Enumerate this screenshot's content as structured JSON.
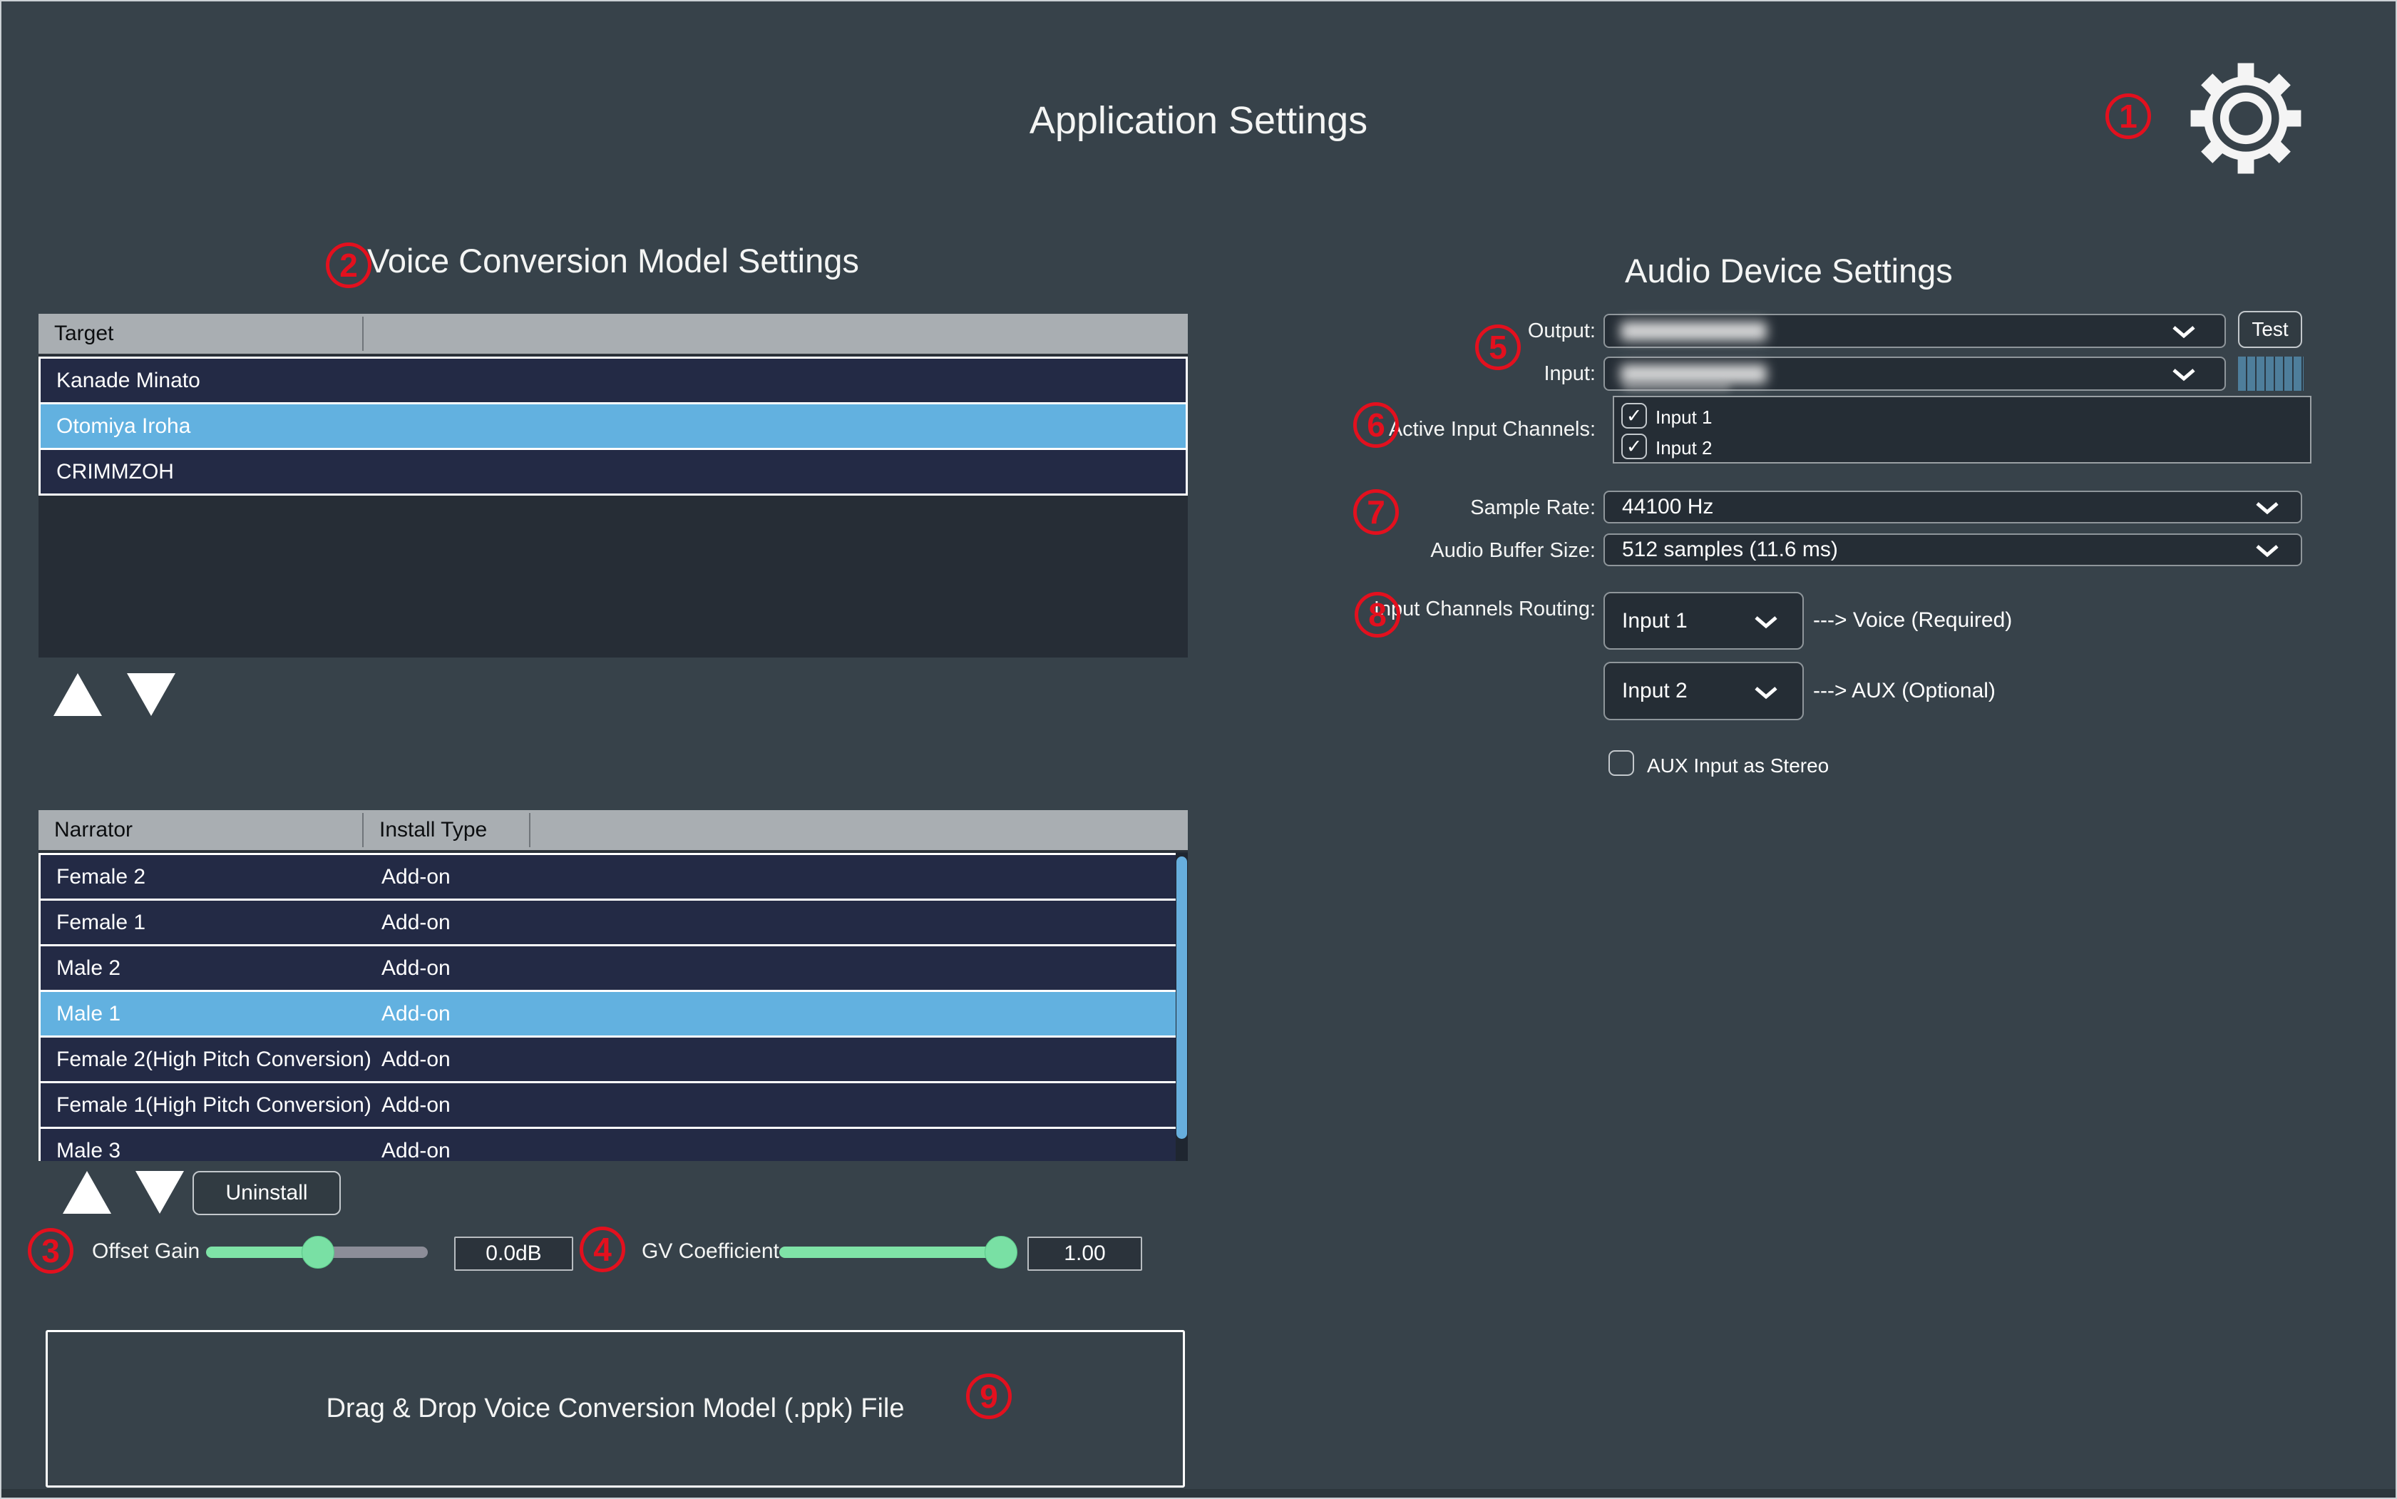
{
  "app": {
    "title": "Application Settings"
  },
  "badges": [
    "1",
    "2",
    "3",
    "4",
    "5",
    "6",
    "7",
    "8",
    "9"
  ],
  "icons": {
    "check": "✓"
  },
  "left": {
    "section_title": "Voice Conversion Model Settings",
    "target_table": {
      "headers": [
        "Target"
      ],
      "rows": [
        {
          "name": "Kanade Minato",
          "selected": false
        },
        {
          "name": "Otomiya Iroha",
          "selected": true
        },
        {
          "name": "CRIMMZOH",
          "selected": false
        }
      ]
    },
    "narrator_table": {
      "headers": [
        "Narrator",
        "Install Type"
      ],
      "rows": [
        {
          "name": "Female 2",
          "type": "Add-on",
          "selected": false
        },
        {
          "name": "Female 1",
          "type": "Add-on",
          "selected": false
        },
        {
          "name": "Male 2",
          "type": "Add-on",
          "selected": false
        },
        {
          "name": "Male 1",
          "type": "Add-on",
          "selected": true
        },
        {
          "name": "Female 2(High Pitch Conversion)",
          "type": "Add-on",
          "selected": false
        },
        {
          "name": "Female 1(High Pitch Conversion)",
          "type": "Add-on",
          "selected": false
        },
        {
          "name": "Male 3",
          "type": "Add-on",
          "selected": false
        }
      ]
    },
    "uninstall_label": "Uninstall",
    "offset_gain": {
      "label": "Offset Gain",
      "value": "0.0dB",
      "percent": 50
    },
    "gv_coefficient": {
      "label": "GV Coefficient",
      "value": "1.00",
      "percent": 100
    },
    "drop_zone_label": "Drag & Drop Voice Conversion Model (.ppk) File"
  },
  "right": {
    "section_title": "Audio Device Settings",
    "output": {
      "label": "Output:",
      "value_blurred": true,
      "test_label": "Test"
    },
    "input": {
      "label": "Input:",
      "value_blurred": true
    },
    "active_input_channels": {
      "label": "Active Input Channels:",
      "options": [
        {
          "label": "Input 1",
          "checked": true
        },
        {
          "label": "Input 2",
          "checked": true
        }
      ]
    },
    "sample_rate": {
      "label": "Sample Rate:",
      "value": "44100 Hz"
    },
    "buffer_size": {
      "label": "Audio Buffer Size:",
      "value": "512 samples (11.6 ms)"
    },
    "routing": {
      "label": "Input Channels Routing:",
      "rows": [
        {
          "value": "Input 1",
          "target": "---> Voice (Required)"
        },
        {
          "value": "Input 2",
          "target": "---> AUX (Optional)"
        }
      ]
    },
    "aux_stereo": {
      "label": "AUX Input as Stereo",
      "checked": false
    }
  },
  "colors": {
    "background": "#37424a",
    "row": "#232a45",
    "row_selected": "#62b1e0",
    "table_header": "#a9aeb2",
    "slider_green": "#7fe3a7",
    "annotation_red": "#e3101e",
    "meter_blue": "#4e7e9b"
  }
}
